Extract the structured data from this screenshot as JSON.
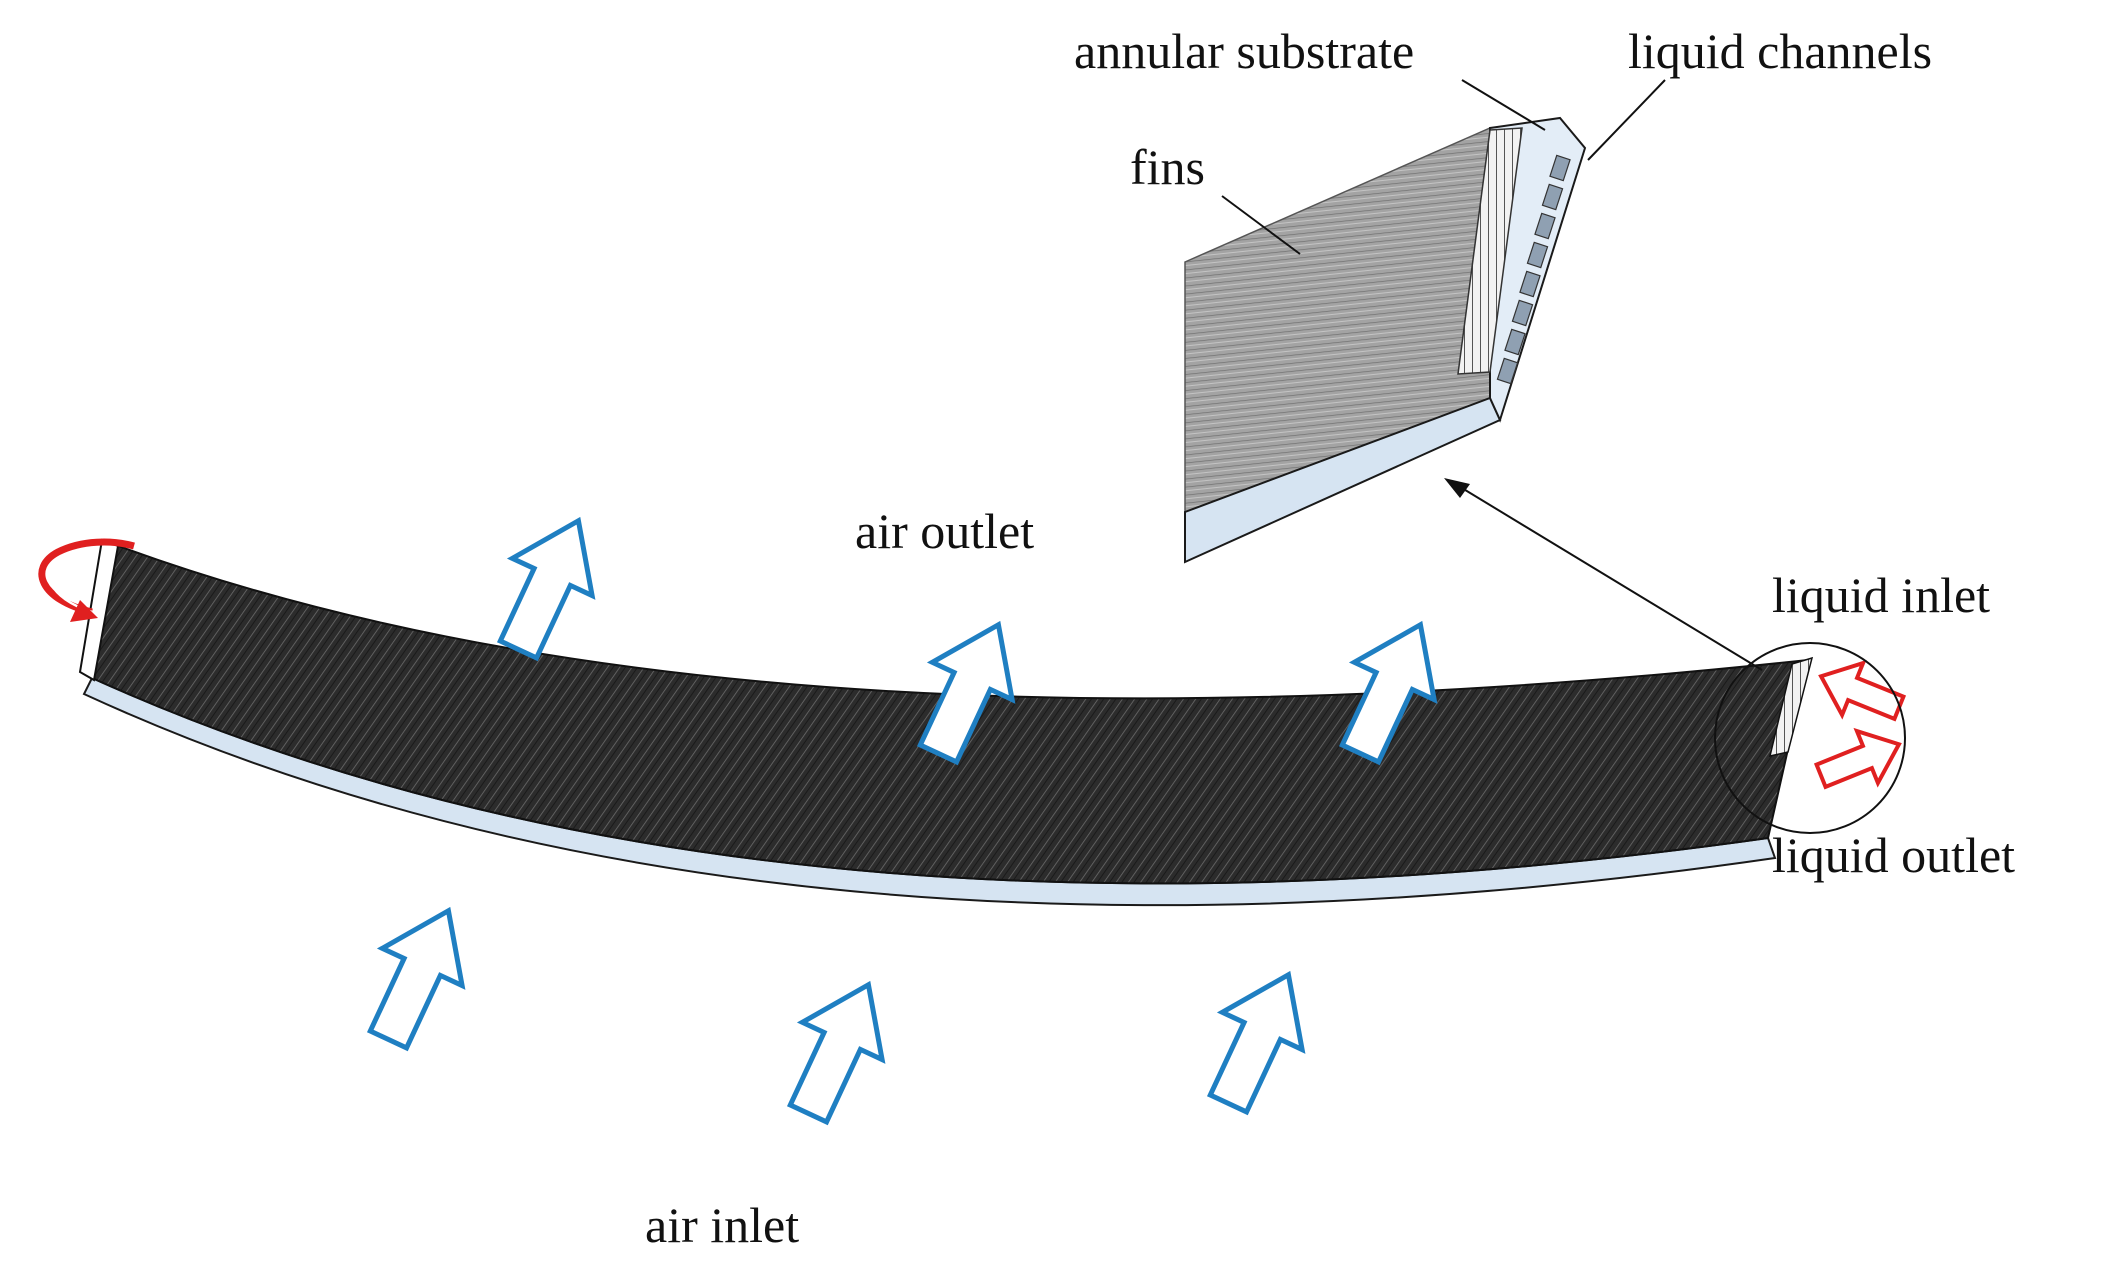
{
  "labels": {
    "annular_substrate": "annular substrate",
    "liquid_channels": "liquid channels",
    "fins": "fins",
    "air_outlet": "air outlet",
    "liquid_inlet": "liquid inlet",
    "liquid_outlet": "liquid outlet",
    "air_inlet": "air inlet"
  },
  "colors": {
    "air_arrow": "#1f7fc2",
    "liquid_arrow": "#e02020",
    "fin_bank": "#2b2b2b",
    "substrate": "#d6e4f2",
    "zoom_fins": "#9a9a9a"
  },
  "icons": {
    "air_arrow": "hollow-up-arrow-icon",
    "liquid_arrow": "hollow-arrow-icon",
    "return_arrow": "curved-return-arrow-icon"
  }
}
